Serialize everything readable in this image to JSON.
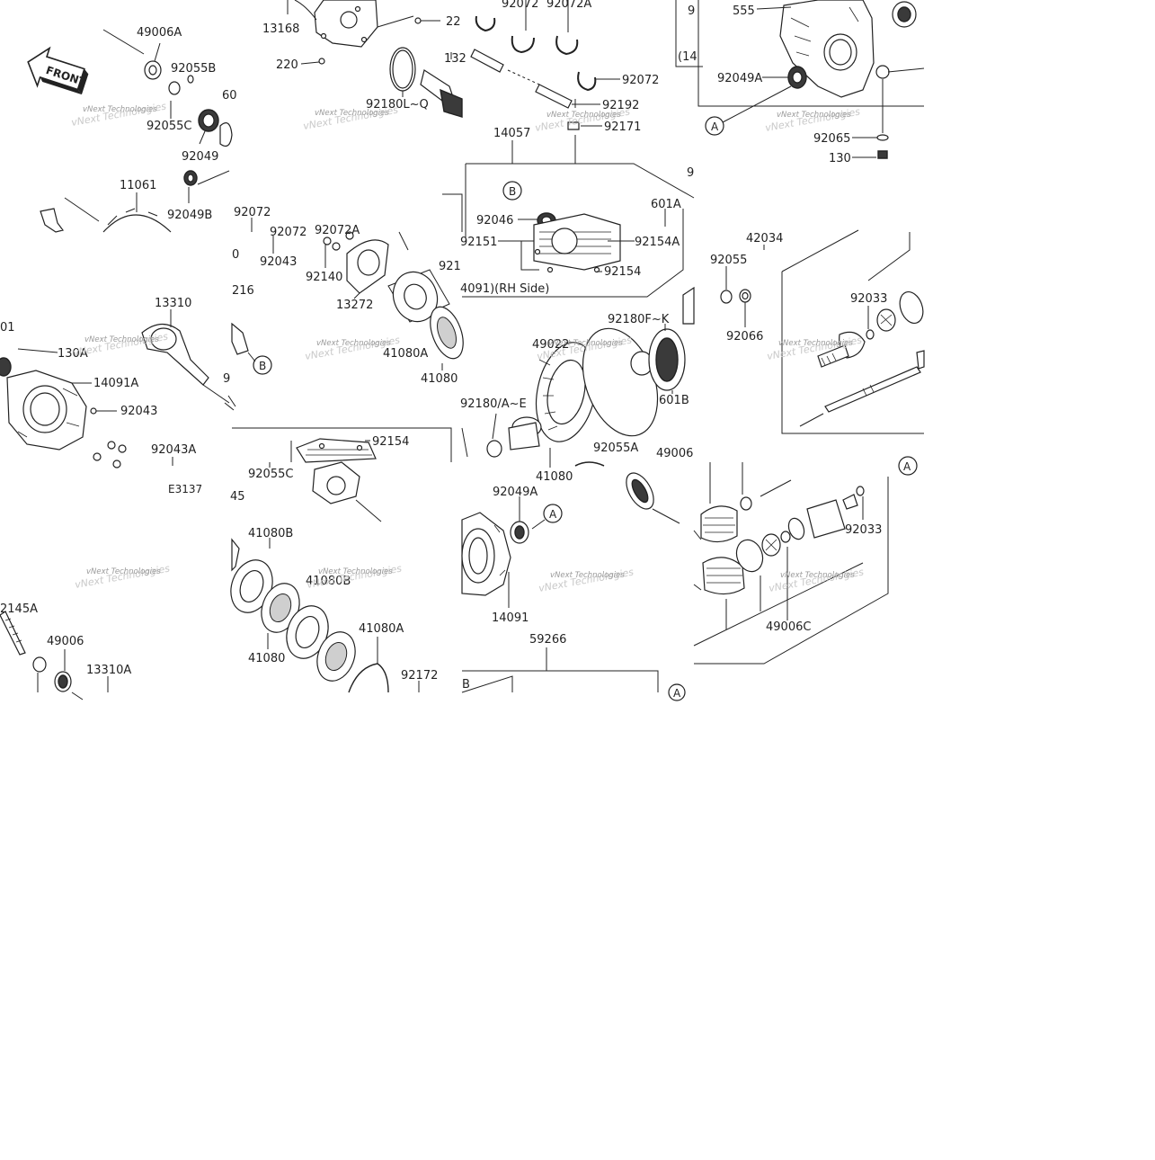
{
  "watermark": {
    "text": "vNext Technologies"
  },
  "front_badge": {
    "text": "FRONT"
  },
  "diagram_code": {
    "text": "E3137"
  },
  "tiles": [
    {
      "id": "t00",
      "labels": [
        {
          "text": "49006A"
        },
        {
          "text": "92055B"
        },
        {
          "text": "60"
        },
        {
          "text": "92055C"
        },
        {
          "text": "92049"
        },
        {
          "text": "11061"
        },
        {
          "text": "92049B"
        }
      ]
    },
    {
      "id": "t01",
      "labels": [
        {
          "text": "13168"
        },
        {
          "text": "22"
        },
        {
          "text": "220"
        },
        {
          "text": "92180L~Q"
        },
        {
          "text": "132"
        }
      ]
    },
    {
      "id": "t02",
      "labels": [
        {
          "text": "92072"
        },
        {
          "text": "92072A"
        },
        {
          "text": "92072"
        },
        {
          "text": "92192"
        },
        {
          "text": "92171"
        },
        {
          "text": "14057"
        },
        {
          "text": "9"
        }
      ]
    },
    {
      "id": "t03",
      "labels": [
        {
          "text": "9"
        },
        {
          "text": "555"
        },
        {
          "text": "(14"
        },
        {
          "text": "92049A"
        },
        {
          "text": "A"
        },
        {
          "text": "92065"
        },
        {
          "text": "130"
        }
      ]
    },
    {
      "id": "t10",
      "labels": [
        {
          "text": "01"
        },
        {
          "text": "13310"
        },
        {
          "text": "130A"
        },
        {
          "text": "14091A"
        },
        {
          "text": "92043"
        },
        {
          "text": "92043A"
        },
        {
          "text": "E3137"
        }
      ]
    },
    {
      "id": "t11",
      "labels": [
        {
          "text": "92072"
        },
        {
          "text": "0"
        },
        {
          "text": "92072"
        },
        {
          "text": "92072A"
        },
        {
          "text": "92043"
        },
        {
          "text": "92140"
        },
        {
          "text": "13272"
        },
        {
          "text": "216"
        },
        {
          "text": "B"
        },
        {
          "text": "41080A"
        },
        {
          "text": "41080"
        },
        {
          "text": "9"
        },
        {
          "text": "921"
        }
      ]
    },
    {
      "id": "t12",
      "labels": [
        {
          "text": "B"
        },
        {
          "text": "92046"
        },
        {
          "text": "601A"
        },
        {
          "text": "92151"
        },
        {
          "text": "92154A"
        },
        {
          "text": "92154"
        },
        {
          "text": "4091)(RH Side)"
        },
        {
          "text": "92180F~K"
        },
        {
          "text": "49022"
        },
        {
          "text": "601B"
        },
        {
          "text": "92180/A~E"
        },
        {
          "text": "92055A"
        },
        {
          "text": "41080"
        },
        {
          "text": "49006"
        }
      ]
    },
    {
      "id": "t13",
      "labels": [
        {
          "text": "42034"
        },
        {
          "text": "92055"
        },
        {
          "text": "92066"
        },
        {
          "text": "92033"
        }
      ]
    },
    {
      "id": "t20",
      "labels": [
        {
          "text": "2145A"
        },
        {
          "text": "49006"
        },
        {
          "text": "13310A"
        }
      ]
    },
    {
      "id": "t21",
      "labels": [
        {
          "text": "92154"
        },
        {
          "text": "92055C"
        },
        {
          "text": "45"
        },
        {
          "text": "41080B"
        },
        {
          "text": "41080B"
        },
        {
          "text": "41080A"
        },
        {
          "text": "41080"
        },
        {
          "text": "92172"
        }
      ]
    },
    {
      "id": "t22",
      "labels": [
        {
          "text": "92049A"
        },
        {
          "text": "A"
        },
        {
          "text": "14091"
        },
        {
          "text": "59266"
        },
        {
          "text": "B"
        },
        {
          "text": "A"
        }
      ]
    },
    {
      "id": "t23",
      "labels": [
        {
          "text": "A"
        },
        {
          "text": "92033"
        },
        {
          "text": "49006C"
        }
      ]
    }
  ]
}
